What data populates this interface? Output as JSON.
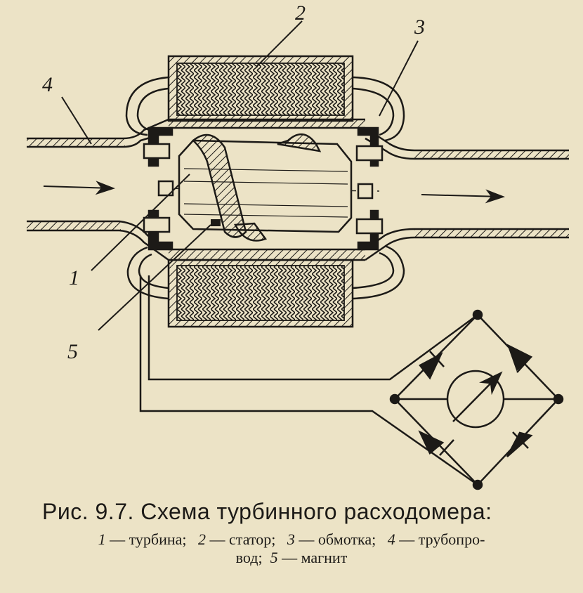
{
  "figure": {
    "callouts": [
      "1",
      "2",
      "3",
      "4",
      "5"
    ]
  },
  "caption": {
    "title": "Рис. 9.7. Схема турбинного расходомера:",
    "legend": [
      {
        "num": "1",
        "text": "— турбина;"
      },
      {
        "num": "2",
        "text": "— статор;"
      },
      {
        "num": "3",
        "text": "— обмотка;"
      },
      {
        "num": "4",
        "text": "— трубопро-"
      },
      {
        "num": "",
        "text": "вод;"
      },
      {
        "num": "5",
        "text": "— магнит"
      }
    ]
  },
  "colors": {
    "paper": "#ece3c6",
    "ink": "#1c1a17"
  }
}
